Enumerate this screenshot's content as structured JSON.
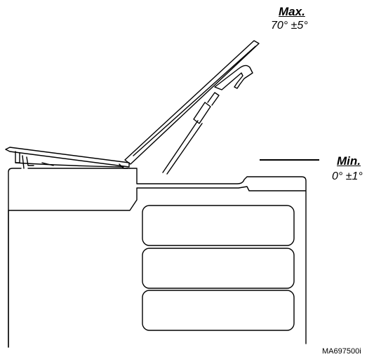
{
  "labels": {
    "max_heading": "Max.",
    "max_value": "70° ±5°",
    "min_heading": "Min.",
    "min_value": "0° ±1°"
  },
  "figure_code": "MA697500i"
}
